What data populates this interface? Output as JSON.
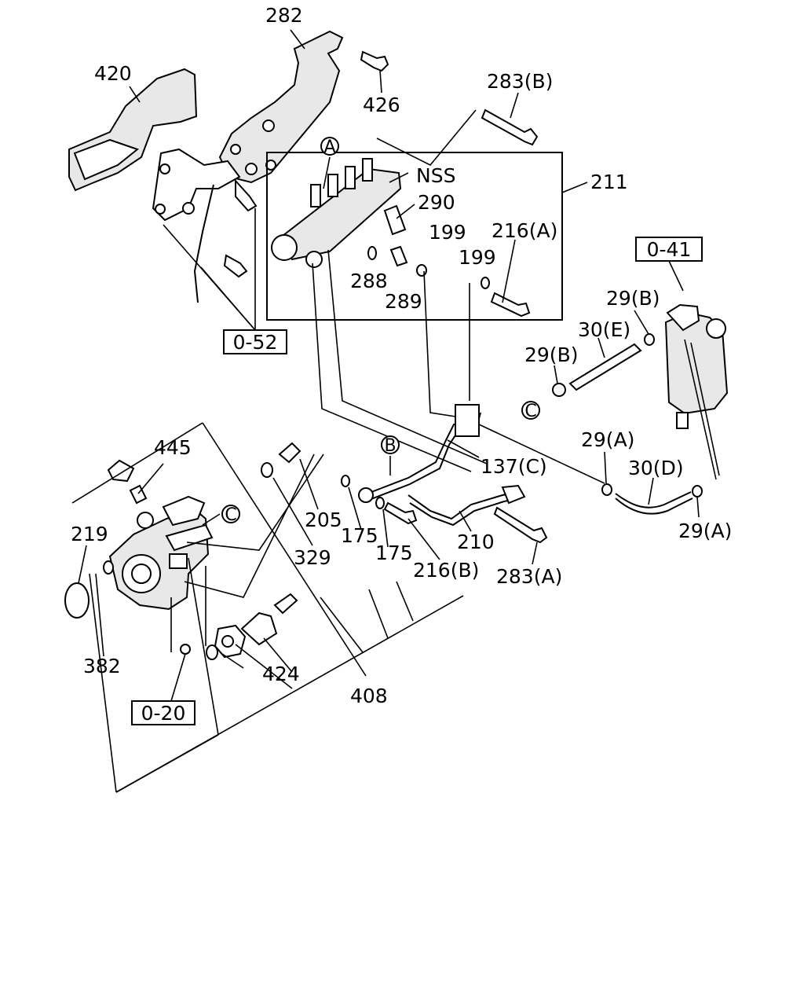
{
  "parts": {
    "p282": "282",
    "p420": "420",
    "p426": "426",
    "p283b": "283(B)",
    "nss": "NSS",
    "p211": "211",
    "p290": "290",
    "p199a": "199",
    "p216a": "216(A)",
    "p199b": "199",
    "p288": "288",
    "p289": "289",
    "p29b_top": "29(B)",
    "p30e": "30(E)",
    "p29b_left": "29(B)",
    "p29a_top": "29(A)",
    "p30d": "30(D)",
    "p29a_bottom": "29(A)",
    "p445": "445",
    "p137c": "137(C)",
    "p205": "205",
    "p175a": "175",
    "p175b": "175",
    "p210": "210",
    "p219": "219",
    "p329": "329",
    "p216b": "216(B)",
    "p283a": "283(A)",
    "p382": "382",
    "p424": "424",
    "p408": "408"
  },
  "references": {
    "ref052": "0-52",
    "ref041": "0-41",
    "ref020": "0-20"
  },
  "markers": {
    "a": "A",
    "b": "B",
    "c_left": "C",
    "c_pump": "C"
  }
}
